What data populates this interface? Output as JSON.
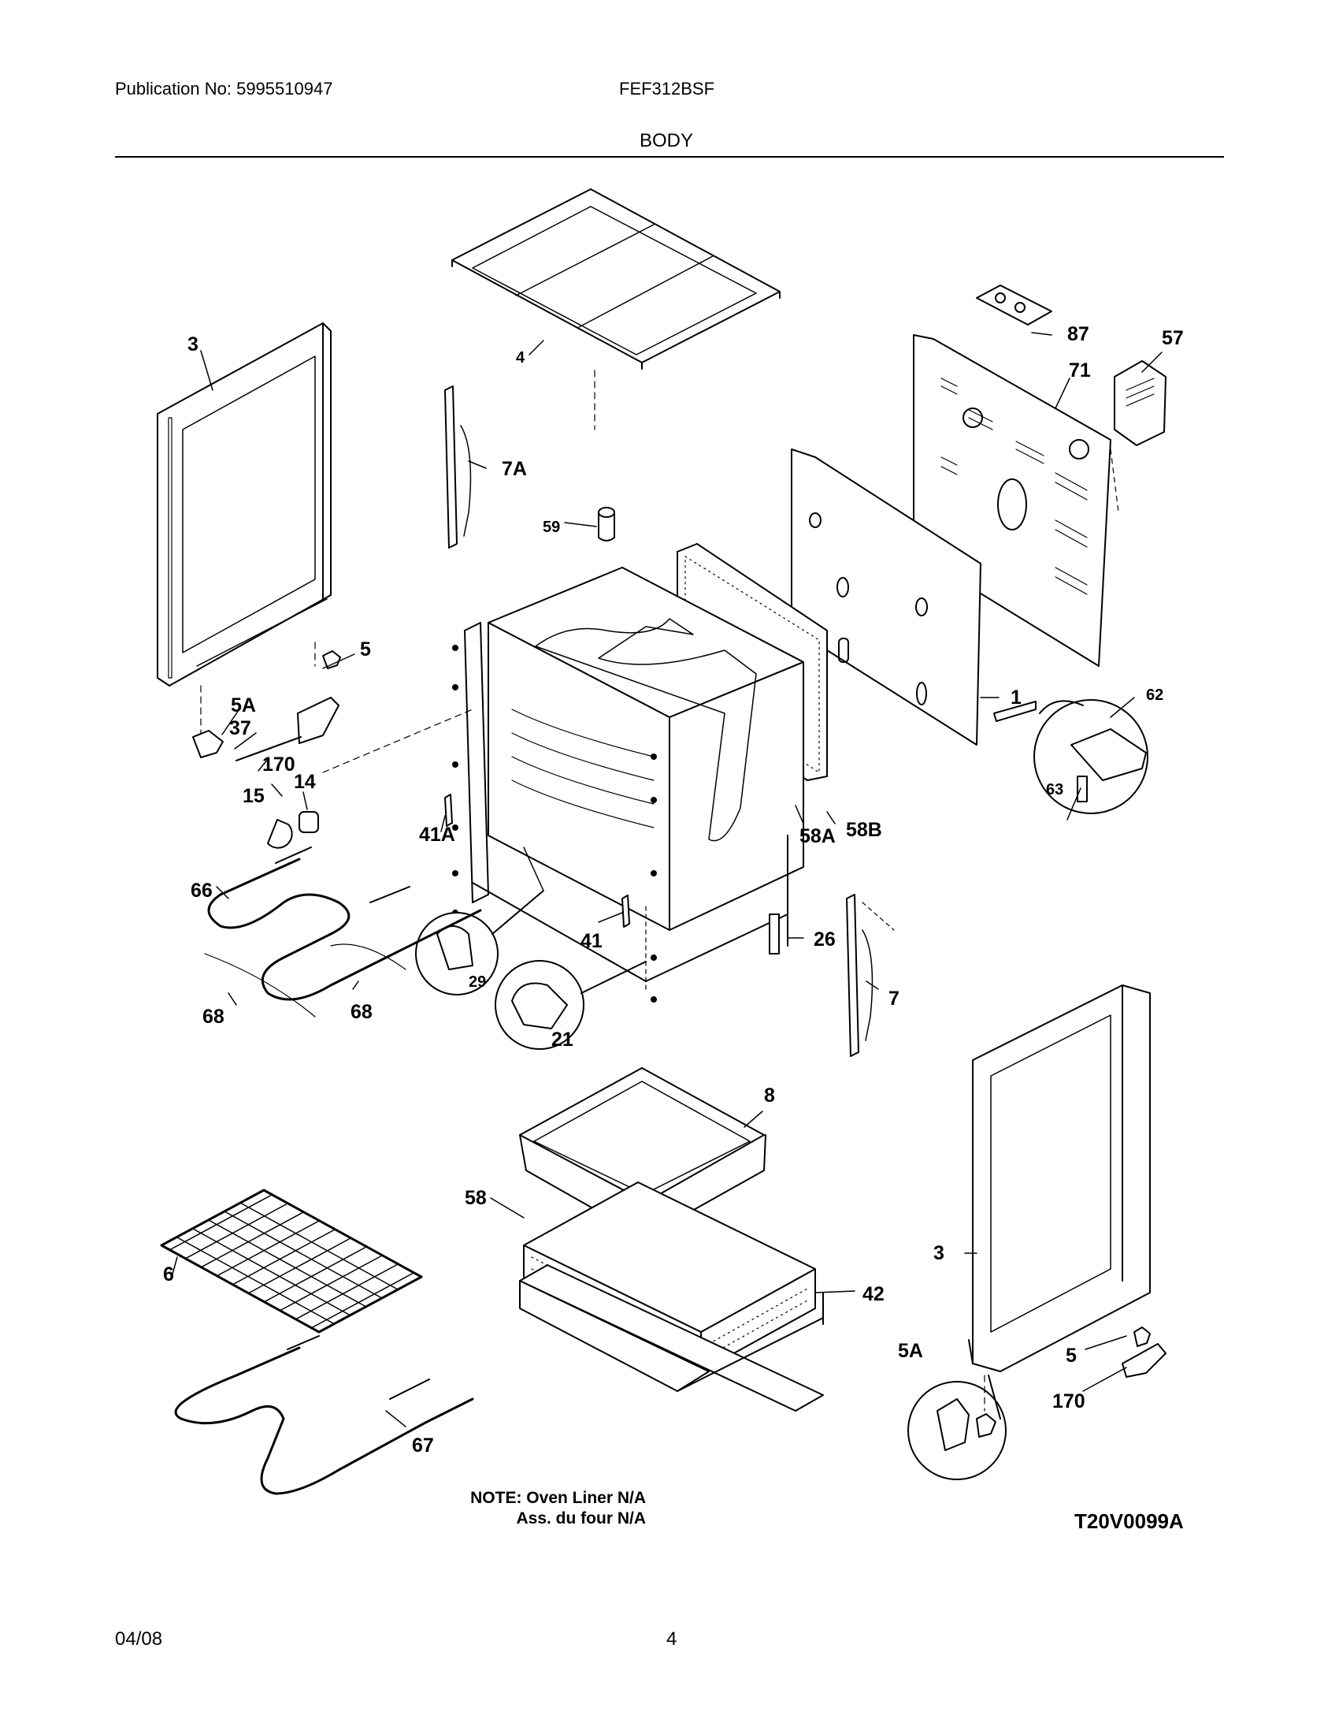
{
  "header": {
    "publication": "Publication No: 5995510947",
    "model": "FEF312BSF",
    "section": "BODY"
  },
  "parts": {
    "p1": "1",
    "p3_left": "3",
    "p3_right": "3",
    "p4": "4",
    "p5_left": "5",
    "p5_right": "5",
    "p5A_left": "5A",
    "p5A_right": "5A",
    "p6": "6",
    "p7": "7",
    "p7A": "7A",
    "p8": "8",
    "p14": "14",
    "p15": "15",
    "p21": "21",
    "p26": "26",
    "p29": "29",
    "p37": "37",
    "p41": "41",
    "p41A": "41A",
    "p42": "42",
    "p57": "57",
    "p58": "58",
    "p58A": "58A",
    "p58B": "58B",
    "p59": "59",
    "p62": "62",
    "p63": "63",
    "p66": "66",
    "p67": "67",
    "p68_left": "68",
    "p68_right": "68",
    "p71": "71",
    "p87": "87",
    "p170_left": "170",
    "p170_right": "170"
  },
  "note": {
    "line1": "NOTE: Oven Liner N/A",
    "line2": "Ass. du four N/A"
  },
  "diagram_code": "T20V0099A",
  "footer": {
    "date": "04/08",
    "page": "4"
  }
}
